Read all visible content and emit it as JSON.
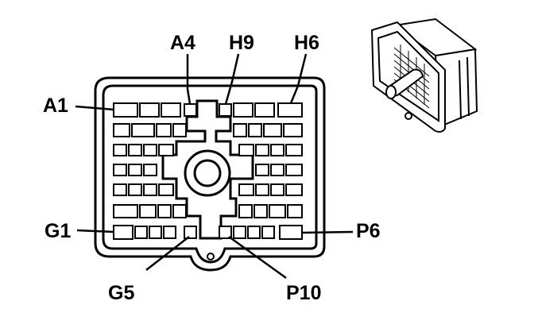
{
  "diagram": {
    "callouts": {
      "a1": "A1",
      "a4": "A4",
      "h9": "H9",
      "h6": "H6",
      "g1": "G1",
      "g5": "G5",
      "p10": "P10",
      "p6": "P6"
    },
    "colors": {
      "ink": "#000000",
      "background": "#ffffff"
    }
  }
}
